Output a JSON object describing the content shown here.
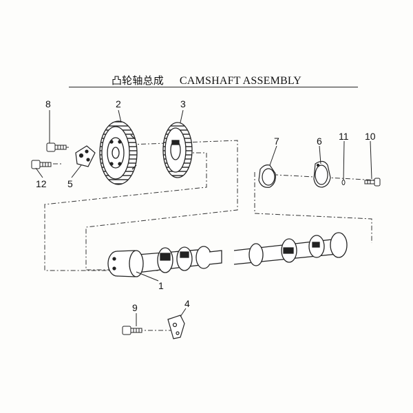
{
  "title": {
    "zh": "凸轮轴总成",
    "en": "CAMSHAFT ASSEMBLY"
  },
  "callouts": [
    {
      "id": "1",
      "part": "camshaft"
    },
    {
      "id": "2",
      "part": "large-gear"
    },
    {
      "id": "3",
      "part": "small-gear"
    },
    {
      "id": "4",
      "part": "thrust-plate-bracket"
    },
    {
      "id": "5",
      "part": "gear-plate"
    },
    {
      "id": "6",
      "part": "end-cover"
    },
    {
      "id": "7",
      "part": "gasket"
    },
    {
      "id": "8",
      "part": "bolt"
    },
    {
      "id": "9",
      "part": "bolt"
    },
    {
      "id": "10",
      "part": "bolt"
    },
    {
      "id": "11",
      "part": "washer"
    },
    {
      "id": "12",
      "part": "bolt"
    }
  ]
}
